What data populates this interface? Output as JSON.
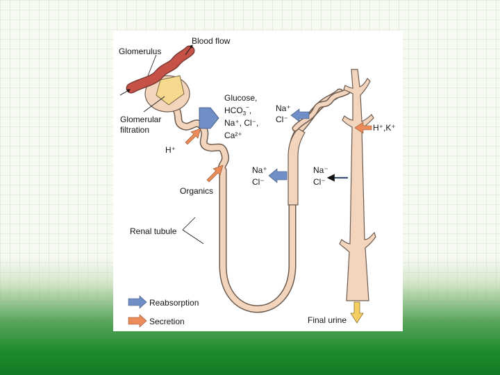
{
  "labels": {
    "glomerulus": "Glomerulus",
    "blood_flow": "Blood flow",
    "glomerular_filtration_line1": "Glomerular",
    "glomerular_filtration_line2": "filtration",
    "glucose": "Glucose,",
    "hco3": "HCO",
    "hco3_sub": "3",
    "hco3_sup": "−",
    "hco3_tail": ",",
    "na_cl_line": "Na⁺, Cl⁻,",
    "ca": "Ca²⁺",
    "h_plus": "H⁺",
    "organics": "Organics",
    "renal_tubule": "Renal tubule",
    "loop_na": "Na⁺",
    "loop_cl": "Cl⁻",
    "upper_na": "Na⁺",
    "upper_cl": "Cl⁻",
    "duct_na": "Na⁻",
    "duct_cl": "Cl⁻",
    "h_k": "H⁺,K⁺",
    "final_urine": "Final urine"
  },
  "legend": {
    "reabsorption": "Reabsorption",
    "secretion": "Secretion"
  },
  "colors": {
    "tubule_fill": "#f3d4bd",
    "tubule_stroke": "#6b5a4e",
    "glomerulus_red": "#c65147",
    "filtration_yellow": "#f6d98e",
    "reabsorption_blue": "#6f8fc6",
    "secretion_orange": "#ec8c5a",
    "urine_yellow": "#f5cf63",
    "footer_green": "#1f8a2e"
  },
  "icons": {
    "reabsorption_arrow": "blue-arrow-icon",
    "secretion_arrow": "orange-arrow-icon"
  }
}
